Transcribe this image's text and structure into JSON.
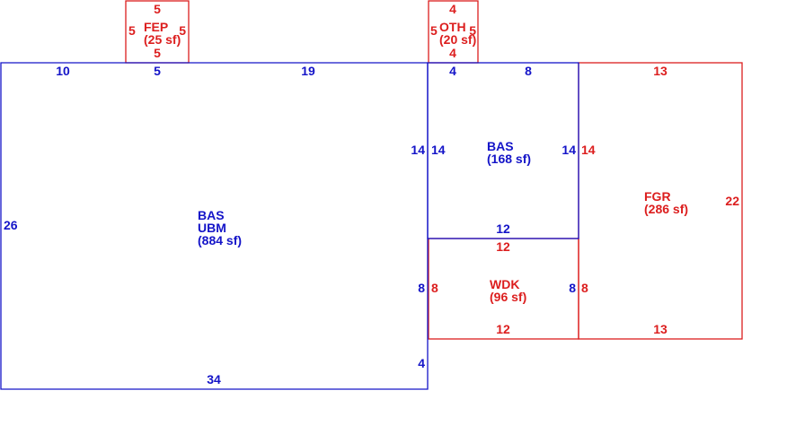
{
  "colors": {
    "blue": "#1414c8",
    "red": "#dc1e1e",
    "background": "#ffffff"
  },
  "areas": {
    "bas_ubm": {
      "line1": "BAS",
      "line2": "UBM",
      "line3": "(884 sf)"
    },
    "bas_168": {
      "line1": "BAS",
      "line2": "(168 sf)"
    },
    "fgr": {
      "line1": "FGR",
      "line2": "(286 sf)"
    },
    "wdk": {
      "line1": "WDK",
      "line2": "(96 sf)"
    },
    "fep": {
      "line1": "FEP",
      "line2": "(25 sf)"
    },
    "oth": {
      "line1": "OTH",
      "line2": "(20 sf)"
    }
  },
  "dimensions": {
    "main_top_left": "10",
    "main_top_mid": "5",
    "main_top_right": "19",
    "main_left": "26",
    "main_bottom": "34",
    "main_right_lower": "4",
    "main_right_upper": "14",
    "bas168_left": "14",
    "bas168_top_left": "4",
    "bas168_top_right": "8",
    "bas168_right": "14",
    "bas168_bottom": "12",
    "wdk_top": "12",
    "wdk_left_blue": "8",
    "wdk_left_red": "8",
    "wdk_right_blue": "8",
    "wdk_right_red": "8",
    "wdk_bottom": "12",
    "fgr_top": "13",
    "fgr_left": "14",
    "fgr_right": "22",
    "fgr_bottom": "13",
    "fep_top": "5",
    "fep_left": "5",
    "fep_right": "5",
    "fep_bottom": "5",
    "oth_top": "4",
    "oth_left": "5",
    "oth_right": "5",
    "oth_bottom": "4"
  }
}
